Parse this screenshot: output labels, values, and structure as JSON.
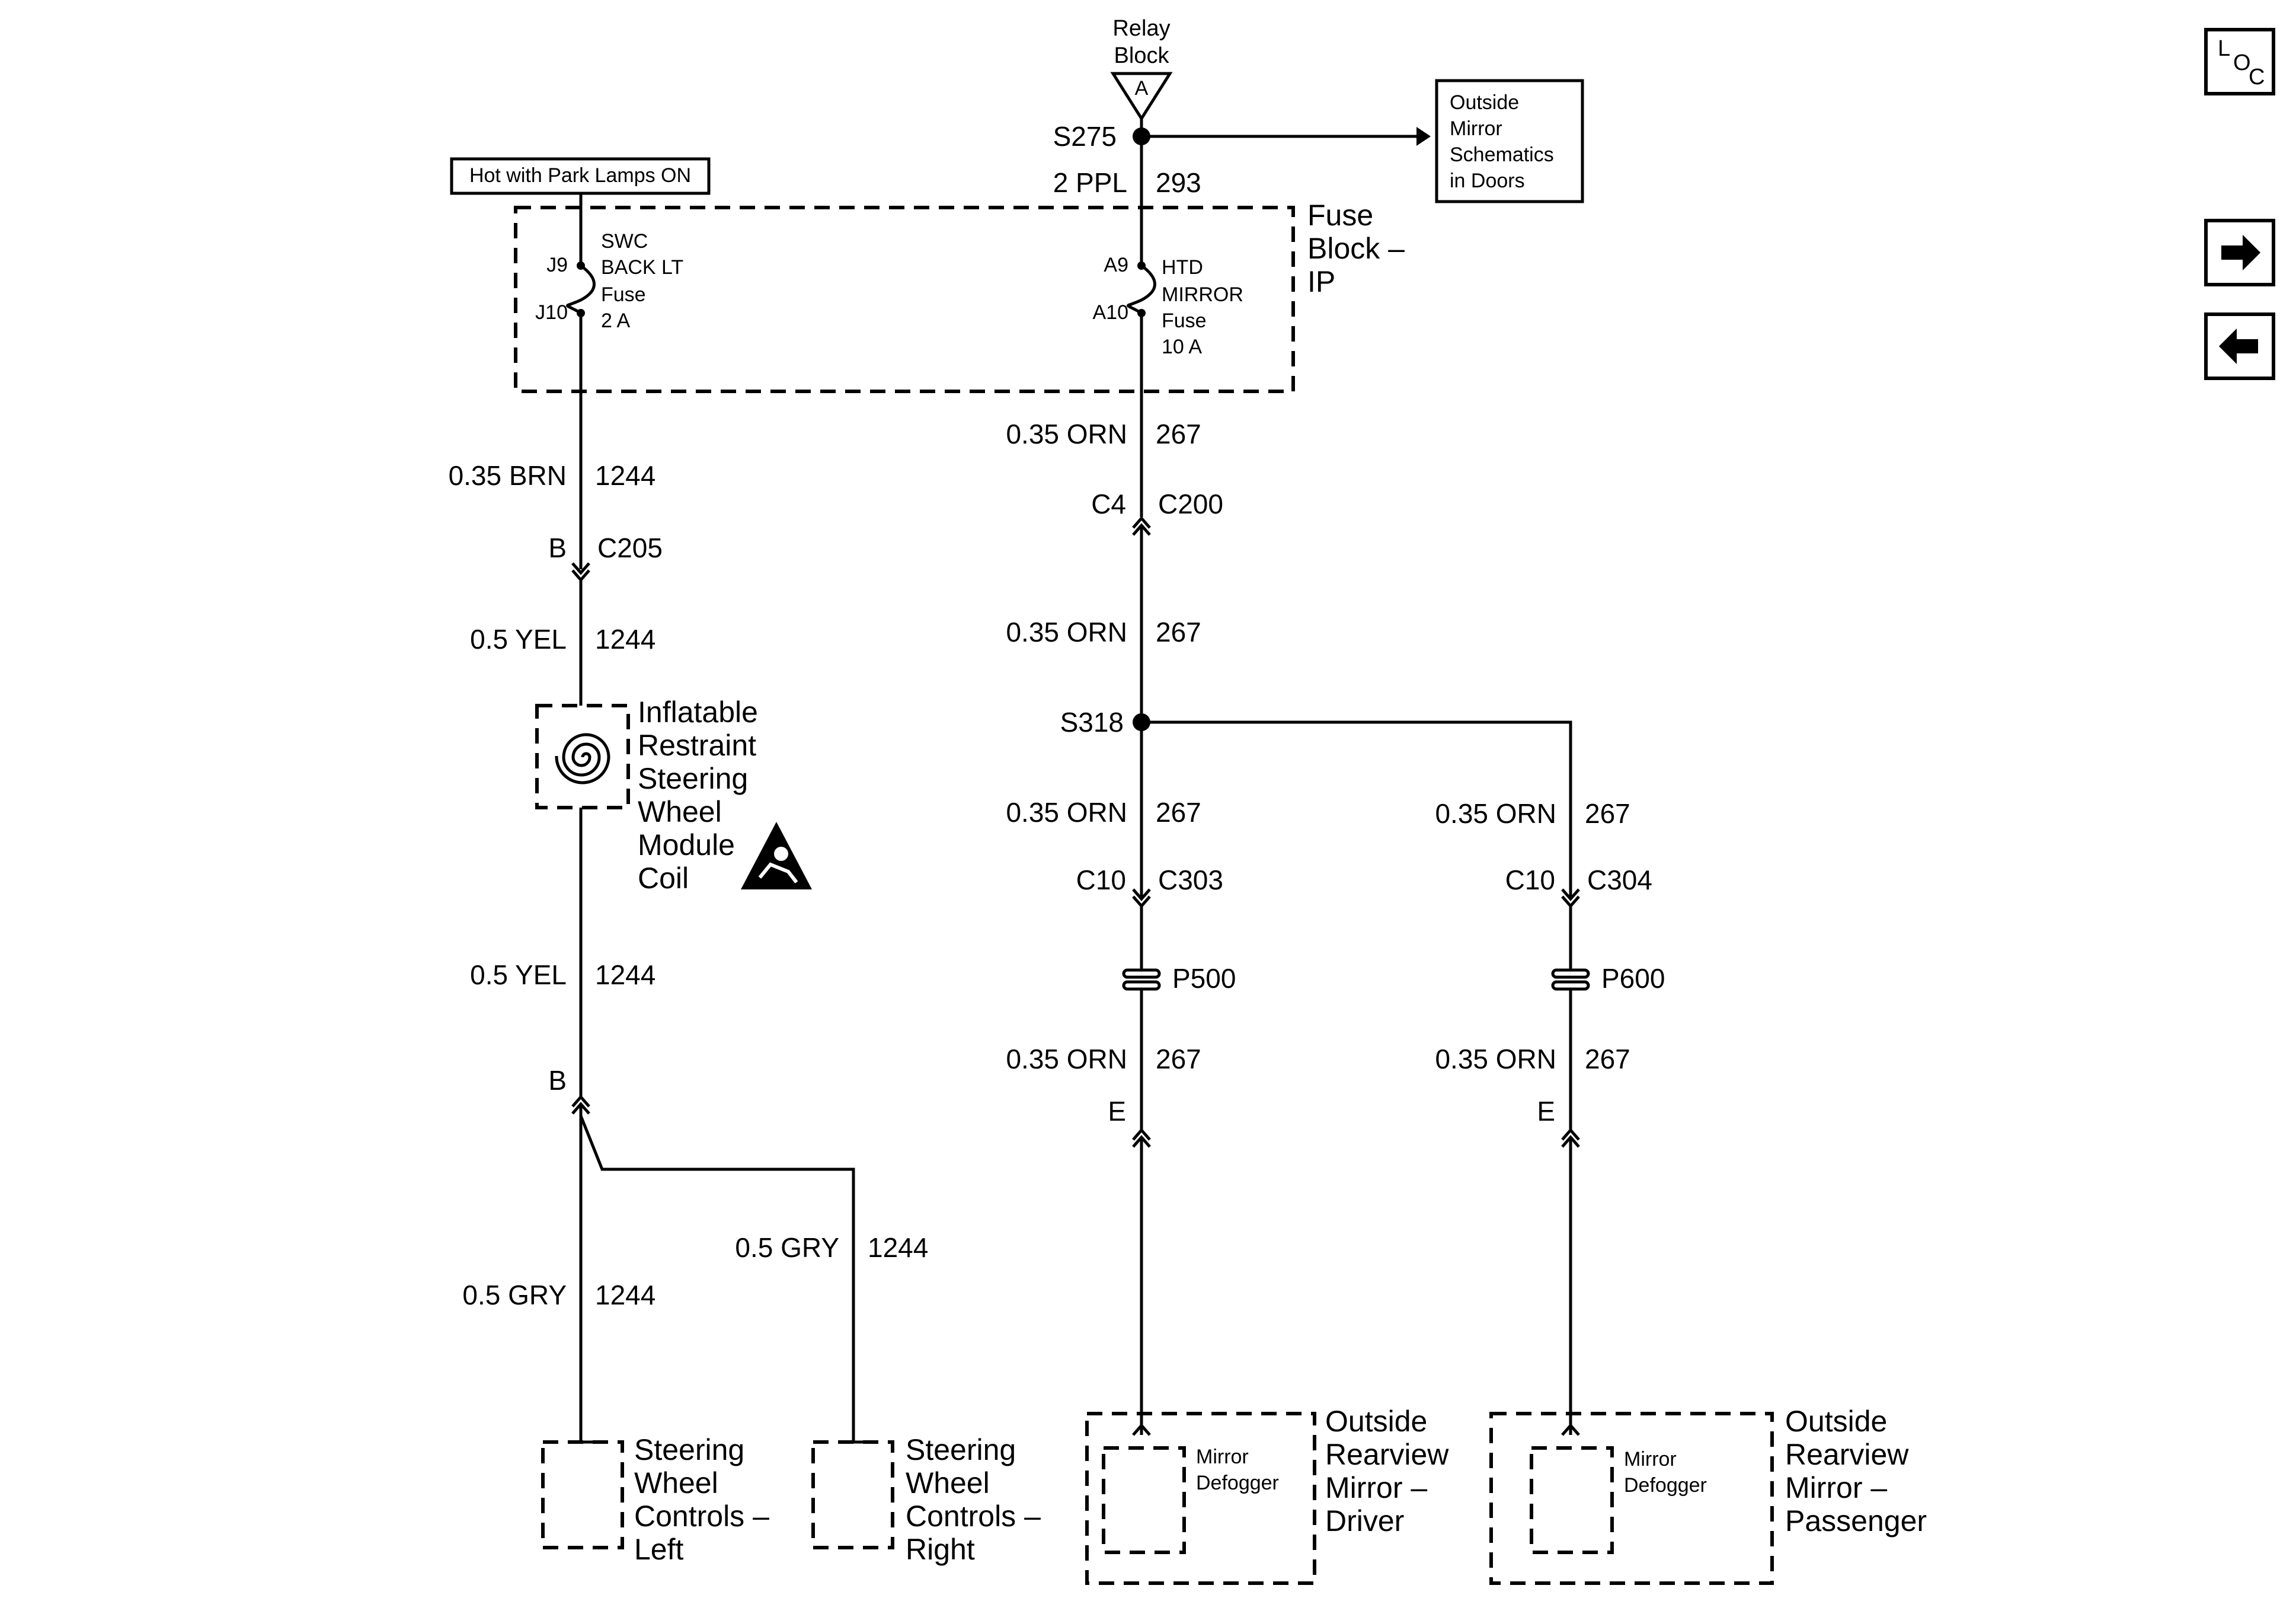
{
  "relay_block": {
    "line1": "Relay",
    "line2": "Block",
    "connector": "A"
  },
  "outside_mirror_ref": {
    "lines": [
      "Outside",
      "Mirror",
      "Schematics",
      "in Doors"
    ]
  },
  "hot_label": "Hot with Park Lamps ON",
  "splices": {
    "s275": "S275",
    "s318": "S318"
  },
  "wires": {
    "w293": {
      "gauge": "2 PPL",
      "circuit": "293"
    },
    "w267_a": {
      "gauge": "0.35 ORN",
      "circuit": "267"
    },
    "w267_b": {
      "gauge": "0.35 ORN",
      "circuit": "267"
    },
    "w267_c": {
      "gauge": "0.35 ORN",
      "circuit": "267"
    },
    "w267_d": {
      "gauge": "0.35 ORN",
      "circuit": "267"
    },
    "w267_e": {
      "gauge": "0.35 ORN",
      "circuit": "267"
    },
    "w267_f": {
      "gauge": "0.35 ORN",
      "circuit": "267"
    },
    "w1244_a": {
      "gauge": "0.35 BRN",
      "circuit": "1244"
    },
    "w1244_b": {
      "gauge": "0.5 YEL",
      "circuit": "1244"
    },
    "w1244_c": {
      "gauge": "0.5 YEL",
      "circuit": "1244"
    },
    "w1244_d": {
      "gauge": "0.5 GRY",
      "circuit": "1244"
    },
    "w1244_e": {
      "gauge": "0.5 GRY",
      "circuit": "1244"
    }
  },
  "fuse_block": {
    "lines": [
      "Fuse",
      "Block –",
      "IP"
    ]
  },
  "fuse_swc": {
    "pin_in": "J9",
    "pin_out": "J10",
    "lines": [
      "SWC",
      "BACK LT",
      "Fuse",
      "2 A"
    ]
  },
  "fuse_htd": {
    "pin_in": "A9",
    "pin_out": "A10",
    "lines": [
      "HTD",
      "MIRROR",
      "Fuse",
      "10 A"
    ]
  },
  "connectors": {
    "c205": {
      "pin": "B",
      "name": "C205"
    },
    "c200": {
      "pin": "C4",
      "name": "C200"
    },
    "c303": {
      "pin": "C10",
      "name": "C303"
    },
    "c304": {
      "pin": "C10",
      "name": "C304"
    },
    "coil_bottom": {
      "pin": "B"
    },
    "driver_e": {
      "pin": "E"
    },
    "pass_e": {
      "pin": "E"
    }
  },
  "pass_throughs": {
    "p500": "P500",
    "p600": "P600"
  },
  "coil": {
    "lines": [
      "Inflatable",
      "Restraint",
      "Steering",
      "Wheel",
      "Module",
      "Coil"
    ]
  },
  "swc_left": {
    "lines": [
      "Steering",
      "Wheel",
      "Controls –",
      "Left"
    ]
  },
  "swc_right": {
    "lines": [
      "Steering",
      "Wheel",
      "Controls –",
      "Right"
    ]
  },
  "mirror_driver": {
    "inner": [
      "Mirror",
      "Defogger"
    ],
    "lines": [
      "Outside",
      "Rearview",
      "Mirror –",
      "Driver"
    ]
  },
  "mirror_passenger": {
    "inner": [
      "Mirror",
      "Defogger"
    ],
    "lines": [
      "Outside",
      "Rearview",
      "Mirror –",
      "Passenger"
    ]
  },
  "nav": {
    "loc_l": "L",
    "loc_o": "O",
    "loc_c": "C",
    "next_icon": "arrow-right-icon",
    "prev_icon": "arrow-left-icon"
  }
}
